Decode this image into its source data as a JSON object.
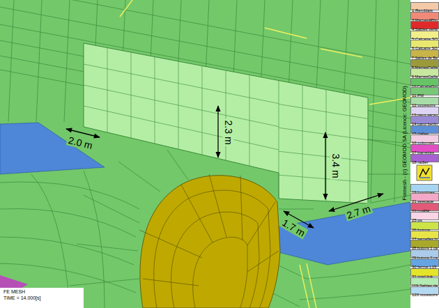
{
  "diagram": {
    "labels": [
      "2.0 m",
      "2.3 m",
      "3.4 m",
      "1.7 m",
      "2.7 m",
      "FE MESH",
      "TIME = 14.000[s]",
      "Formesh - (c) GEOMOD SA (Licence: GEOMOD)"
    ],
    "legend": [
      {
        "text": "1:Remblais",
        "color": "#f4c9a8"
      },
      {
        "text": "3:MarnesàPho",
        "color": "#f08a78"
      },
      {
        "text": "4:Sables verts",
        "color": "#e02a2a"
      },
      {
        "text": "5:Calcaire SO",
        "color": "#f2ee8a"
      },
      {
        "text": "6:Calcaire SO",
        "color": "#e8e870"
      },
      {
        "text": "7:Sables de Be",
        "color": "#c8b448"
      },
      {
        "text": "8:MarnesCailla",
        "color": "#9a9a3a"
      },
      {
        "text": "9:MarnesCailla",
        "color": "#c8e8a0"
      },
      {
        "text": "10:CalcaireGro",
        "color": "#66c466"
      },
      {
        "text": "11:PM",
        "color": "#78c878"
      },
      {
        "text": "12:voussoirs",
        "color": "#a8dca8"
      },
      {
        "text": "13:pieux sécan",
        "color": "#dcd4f2"
      },
      {
        "text": "14:paroi berlin",
        "color": "#9a8ad6"
      },
      {
        "text": "15:dalles",
        "color": "#5b8fd8"
      },
      {
        "text": "16:colonnes",
        "color": "#f2cce2"
      },
      {
        "text": "17:barrettes",
        "color": "#e24ec4"
      },
      {
        "text": "18:radier",
        "color": "#a860d4"
      },
      {
        "text": "19:longrines",
        "color": "#a6d4f2"
      },
      {
        "text": "21:seepage",
        "color": "#f2a8c6"
      },
      {
        "text": "22:cntPM",
        "color": "#e25a78"
      },
      {
        "text": "25:qs",
        "color": "#f8d4e4"
      },
      {
        "text": "26:butons",
        "color": "#cce448"
      },
      {
        "text": "27:semelles bi",
        "color": "#e8e448"
      },
      {
        "text": "28:butons 1 ca",
        "color": "#a8a82a"
      },
      {
        "text": "29:butons 2 ca",
        "color": "#accbea"
      },
      {
        "text": "30:ferme L15",
        "color": "#66a4e2"
      },
      {
        "text": "31:rigid link",
        "color": "#e4e42a"
      },
      {
        "text": "119:Sables de",
        "color": "#b4eab4"
      },
      {
        "text": "120:voussoirs",
        "color": "#b4daf2"
      }
    ]
  }
}
